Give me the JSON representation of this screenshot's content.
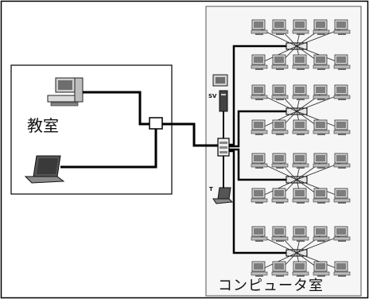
{
  "labels": {
    "classroom": "教室",
    "computer_room": "コンピュータ室",
    "server": "SV",
    "terminal": "T"
  },
  "icons": {
    "desktop": "desktop-computer-icon",
    "laptop": "laptop-icon",
    "server": "server-tower-icon",
    "hub": "hub-icon"
  },
  "colors": {
    "line": "#000000",
    "room_border": "#000000",
    "lab_fill": "#f6f6f6",
    "device_gray": "#8a8a8a"
  }
}
